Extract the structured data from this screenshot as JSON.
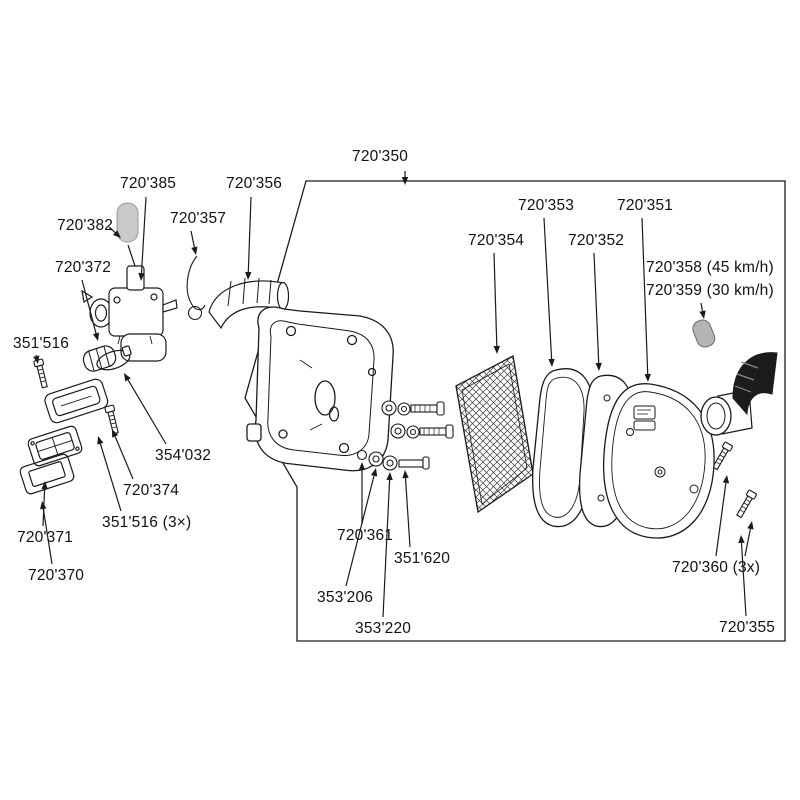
{
  "canvas": {
    "background": "#ffffff",
    "line_color": "#1a1a1a"
  },
  "colors": {
    "rubber_cap": "#c9c9c9",
    "restrictor": "#b5b5b5",
    "snorkel": "#1c1c1c",
    "mesh_hatch": "#3a3a3a"
  },
  "parts_icons": [
    "carburetor-drawing",
    "rubber-cap-drawing",
    "throttle-spring-drawing",
    "intake-elbow-drawing",
    "intake-manifold-drawing",
    "clamp-drawing",
    "reed-valve-drawing",
    "gasket-drawing",
    "air-box-housing-drawing",
    "mounting-hardware-drawing",
    "filter-mesh-drawing",
    "filter-element-drawing",
    "filter-plate-drawing",
    "filter-cover-drawing",
    "restrictor-bushing-drawing",
    "intake-snorkel-drawing",
    "screw-drawing",
    "assembly-frame"
  ],
  "labels": [
    {
      "text": "720'350"
    },
    {
      "text": "720'385"
    },
    {
      "text": "720'356"
    },
    {
      "text": "720'382"
    },
    {
      "text": "720'357"
    },
    {
      "text": "720'372"
    },
    {
      "text": "720'353"
    },
    {
      "text": "720'351"
    },
    {
      "text": "720'354"
    },
    {
      "text": "720'352"
    },
    {
      "text": "720'358 (45 km/h)"
    },
    {
      "text": "720'359 (30 km/h)"
    },
    {
      "text": "351'516"
    },
    {
      "text": "354'032"
    },
    {
      "text": "720'374"
    },
    {
      "text": "351'516 (3×)"
    },
    {
      "text": "720'371"
    },
    {
      "text": "720'370"
    },
    {
      "text": "720'361"
    },
    {
      "text": "351'620"
    },
    {
      "text": "353'206"
    },
    {
      "text": "353'220"
    },
    {
      "text": "720'360 (3x)"
    },
    {
      "text": "720'355"
    }
  ]
}
